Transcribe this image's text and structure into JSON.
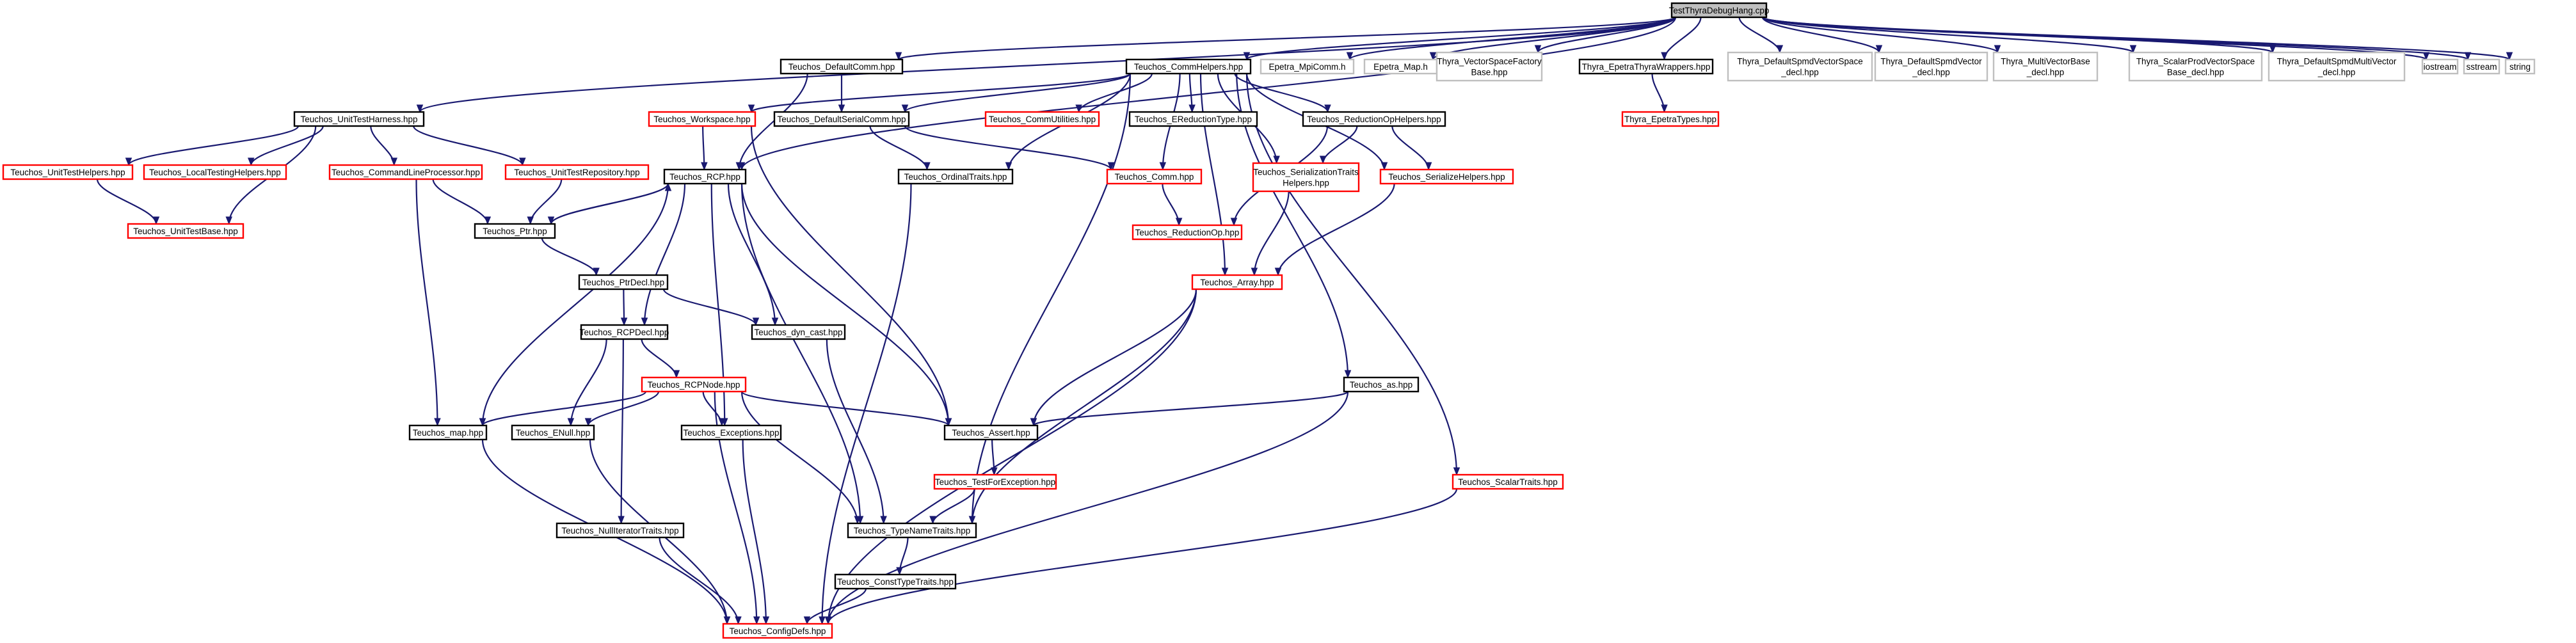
{
  "colors": {
    "root_fill": "#bfbfbf",
    "node_fill": "#ffffff",
    "documented_border": "#000000",
    "undocumented_border": "#ff0000",
    "external_border": "#bfbfbf",
    "edge": "#191970"
  },
  "nodes": [
    {
      "id": "root",
      "kind": "root",
      "lines": [
        "TestThyraDebugHang.cpp"
      ]
    },
    {
      "id": "utharness",
      "kind": "doc",
      "lines": [
        "Teuchos_UnitTestHarness.hpp"
      ]
    },
    {
      "id": "defcomm",
      "kind": "doc",
      "lines": [
        "Teuchos_DefaultComm.hpp"
      ]
    },
    {
      "id": "commhelpers",
      "kind": "doc",
      "lines": [
        "Teuchos_CommHelpers.hpp"
      ]
    },
    {
      "id": "mpicomm",
      "kind": "ext",
      "lines": [
        "Epetra_MpiComm.h"
      ]
    },
    {
      "id": "epmap",
      "kind": "ext",
      "lines": [
        "Epetra_Map.h"
      ]
    },
    {
      "id": "vsfactory",
      "kind": "ext",
      "lines": [
        "Thyra_VectorSpaceFactory",
        "Base.hpp"
      ]
    },
    {
      "id": "epthyra",
      "kind": "doc",
      "lines": [
        "Thyra_EpetraThyraWrappers.hpp"
      ]
    },
    {
      "id": "dsvsdecl",
      "kind": "ext",
      "lines": [
        "Thyra_DefaultSpmdVectorSpace",
        "_decl.hpp"
      ]
    },
    {
      "id": "dsvdecl",
      "kind": "ext",
      "lines": [
        "Thyra_DefaultSpmdVector",
        "_decl.hpp"
      ]
    },
    {
      "id": "mvbdecl",
      "kind": "ext",
      "lines": [
        "Thyra_MultiVectorBase",
        "_decl.hpp"
      ]
    },
    {
      "id": "spvsdecl",
      "kind": "ext",
      "lines": [
        "Thyra_ScalarProdVectorSpace",
        "Base_decl.hpp"
      ]
    },
    {
      "id": "dsmvdecl",
      "kind": "ext",
      "lines": [
        "Thyra_DefaultSpmdMultiVector",
        "_decl.hpp"
      ]
    },
    {
      "id": "iostream",
      "kind": "ext",
      "lines": [
        "iostream"
      ]
    },
    {
      "id": "sstream",
      "kind": "ext",
      "lines": [
        "sstream"
      ]
    },
    {
      "id": "string",
      "kind": "ext",
      "lines": [
        "string"
      ]
    },
    {
      "id": "ephelpers",
      "kind": "undoc",
      "lines": [
        "Teuchos_UnitTestHelpers.hpp"
      ]
    },
    {
      "id": "localtest",
      "kind": "undoc",
      "lines": [
        "Teuchos_LocalTestingHelpers.hpp"
      ]
    },
    {
      "id": "clp",
      "kind": "undoc",
      "lines": [
        "Teuchos_CommandLineProcessor.hpp"
      ]
    },
    {
      "id": "utrepo",
      "kind": "undoc",
      "lines": [
        "Teuchos_UnitTestRepository.hpp"
      ]
    },
    {
      "id": "workspace",
      "kind": "undoc",
      "lines": [
        "Teuchos_Workspace.hpp"
      ]
    },
    {
      "id": "defserial",
      "kind": "doc",
      "lines": [
        "Teuchos_DefaultSerialComm.hpp"
      ]
    },
    {
      "id": "commutil",
      "kind": "undoc",
      "lines": [
        "Teuchos_CommUtilities.hpp"
      ]
    },
    {
      "id": "ereduction",
      "kind": "doc",
      "lines": [
        "Teuchos_EReductionType.hpp"
      ]
    },
    {
      "id": "redophelpers",
      "kind": "doc",
      "lines": [
        "Teuchos_ReductionOpHelpers.hpp"
      ]
    },
    {
      "id": "epthyratypes",
      "kind": "undoc",
      "lines": [
        "Thyra_EpetraTypes.hpp"
      ]
    },
    {
      "id": "utbase",
      "kind": "undoc",
      "lines": [
        "Teuchos_UnitTestBase.hpp"
      ]
    },
    {
      "id": "rcp",
      "kind": "doc",
      "lines": [
        "Teuchos_RCP.hpp"
      ]
    },
    {
      "id": "ordinal",
      "kind": "doc",
      "lines": [
        "Teuchos_OrdinalTraits.hpp"
      ]
    },
    {
      "id": "comm",
      "kind": "undoc",
      "lines": [
        "Teuchos_Comm.hpp"
      ]
    },
    {
      "id": "sertraits",
      "kind": "undoc",
      "lines": [
        "Teuchos_SerializationTraits",
        "Helpers.hpp"
      ]
    },
    {
      "id": "serhelpers",
      "kind": "undoc",
      "lines": [
        "Teuchos_SerializeHelpers.hpp"
      ]
    },
    {
      "id": "ptr",
      "kind": "doc",
      "lines": [
        "Teuchos_Ptr.hpp"
      ]
    },
    {
      "id": "reductionop",
      "kind": "undoc",
      "lines": [
        "Teuchos_ReductionOp.hpp"
      ]
    },
    {
      "id": "ptrdecl",
      "kind": "doc",
      "lines": [
        "Teuchos_PtrDecl.hpp"
      ]
    },
    {
      "id": "array",
      "kind": "undoc",
      "lines": [
        "Teuchos_Array.hpp"
      ]
    },
    {
      "id": "rcpdecl",
      "kind": "doc",
      "lines": [
        "Teuchos_RCPDecl.hpp"
      ]
    },
    {
      "id": "dyncast",
      "kind": "doc",
      "lines": [
        "Teuchos_dyn_cast.hpp"
      ]
    },
    {
      "id": "rcpnode",
      "kind": "undoc",
      "lines": [
        "Teuchos_RCPNode.hpp"
      ]
    },
    {
      "id": "as",
      "kind": "doc",
      "lines": [
        "Teuchos_as.hpp"
      ]
    },
    {
      "id": "map",
      "kind": "doc",
      "lines": [
        "Teuchos_map.hpp"
      ]
    },
    {
      "id": "enull",
      "kind": "doc",
      "lines": [
        "Teuchos_ENull.hpp"
      ]
    },
    {
      "id": "exceptions",
      "kind": "doc",
      "lines": [
        "Teuchos_Exceptions.hpp"
      ]
    },
    {
      "id": "assert",
      "kind": "doc",
      "lines": [
        "Teuchos_Assert.hpp"
      ]
    },
    {
      "id": "testforexc",
      "kind": "undoc",
      "lines": [
        "Teuchos_TestForException.hpp"
      ]
    },
    {
      "id": "scalartraits",
      "kind": "undoc",
      "lines": [
        "Teuchos_ScalarTraits.hpp"
      ]
    },
    {
      "id": "typename",
      "kind": "doc",
      "lines": [
        "Teuchos_TypeNameTraits.hpp"
      ]
    },
    {
      "id": "nulliter",
      "kind": "doc",
      "lines": [
        "Teuchos_NullIteratorTraits.hpp"
      ]
    },
    {
      "id": "consttype",
      "kind": "doc",
      "lines": [
        "Teuchos_ConstTypeTraits.hpp"
      ]
    },
    {
      "id": "configdefs",
      "kind": "undoc",
      "lines": [
        "Teuchos_ConfigDefs.hpp"
      ]
    }
  ],
  "edges": [
    [
      "root",
      "utharness"
    ],
    [
      "root",
      "defcomm"
    ],
    [
      "root",
      "commhelpers"
    ],
    [
      "root",
      "mpicomm"
    ],
    [
      "root",
      "epmap"
    ],
    [
      "root",
      "vsfactory"
    ],
    [
      "root",
      "epthyra"
    ],
    [
      "root",
      "dsvsdecl"
    ],
    [
      "root",
      "dsvdecl"
    ],
    [
      "root",
      "mvbdecl"
    ],
    [
      "root",
      "spvsdecl"
    ],
    [
      "root",
      "dsmvdecl"
    ],
    [
      "root",
      "iostream"
    ],
    [
      "root",
      "sstream"
    ],
    [
      "root",
      "string"
    ],
    [
      "root",
      "rcp"
    ],
    [
      "utharness",
      "ephelpers"
    ],
    [
      "utharness",
      "localtest"
    ],
    [
      "utharness",
      "clp"
    ],
    [
      "utharness",
      "utrepo"
    ],
    [
      "utharness",
      "utbase"
    ],
    [
      "ephelpers",
      "utbase"
    ],
    [
      "clp",
      "ptr"
    ],
    [
      "clp",
      "map"
    ],
    [
      "utrepo",
      "ptr"
    ],
    [
      "defcomm",
      "defserial"
    ],
    [
      "defcomm",
      "rcp"
    ],
    [
      "commhelpers",
      "workspace"
    ],
    [
      "commhelpers",
      "defserial"
    ],
    [
      "commhelpers",
      "commutil"
    ],
    [
      "commhelpers",
      "ereduction"
    ],
    [
      "commhelpers",
      "redophelpers"
    ],
    [
      "commhelpers",
      "comm"
    ],
    [
      "commhelpers",
      "ordinal"
    ],
    [
      "commhelpers",
      "sertraits"
    ],
    [
      "commhelpers",
      "serhelpers"
    ],
    [
      "commhelpers",
      "array"
    ],
    [
      "commhelpers",
      "as"
    ],
    [
      "commhelpers",
      "scalartraits"
    ],
    [
      "commhelpers",
      "typename"
    ],
    [
      "workspace",
      "rcp"
    ],
    [
      "workspace",
      "assert"
    ],
    [
      "defserial",
      "comm"
    ],
    [
      "defserial",
      "ordinal"
    ],
    [
      "redophelpers",
      "reductionop"
    ],
    [
      "redophelpers",
      "sertraits"
    ],
    [
      "redophelpers",
      "serhelpers"
    ],
    [
      "epthyra",
      "epthyratypes"
    ],
    [
      "rcp",
      "ptr"
    ],
    [
      "rcp",
      "rcpdecl"
    ],
    [
      "rcp",
      "dyncast"
    ],
    [
      "rcp",
      "map"
    ],
    [
      "rcp",
      "exceptions"
    ],
    [
      "rcp",
      "assert"
    ],
    [
      "rcp",
      "typename"
    ],
    [
      "ptr",
      "rcp"
    ],
    [
      "ptr",
      "ptrdecl"
    ],
    [
      "ptrdecl",
      "rcpdecl"
    ],
    [
      "ptrdecl",
      "dyncast"
    ],
    [
      "rcpdecl",
      "rcpnode"
    ],
    [
      "rcpdecl",
      "enull"
    ],
    [
      "rcpdecl",
      "nulliter"
    ],
    [
      "rcpnode",
      "map"
    ],
    [
      "rcpnode",
      "enull"
    ],
    [
      "rcpnode",
      "exceptions"
    ],
    [
      "rcpnode",
      "assert"
    ],
    [
      "rcpnode",
      "typename"
    ],
    [
      "rcpnode",
      "configdefs"
    ],
    [
      "comm",
      "reductionop"
    ],
    [
      "sertraits",
      "array"
    ],
    [
      "serhelpers",
      "array"
    ],
    [
      "array",
      "assert"
    ],
    [
      "array",
      "typename"
    ],
    [
      "array",
      "configdefs"
    ],
    [
      "as",
      "assert"
    ],
    [
      "as",
      "configdefs"
    ],
    [
      "dyncast",
      "typename"
    ],
    [
      "assert",
      "testforexc"
    ],
    [
      "testforexc",
      "typename"
    ],
    [
      "typename",
      "consttype"
    ],
    [
      "consttype",
      "configdefs"
    ],
    [
      "map",
      "configdefs"
    ],
    [
      "enull",
      "configdefs"
    ],
    [
      "exceptions",
      "configdefs"
    ],
    [
      "nulliter",
      "configdefs"
    ],
    [
      "ordinal",
      "configdefs"
    ],
    [
      "scalartraits",
      "configdefs"
    ]
  ]
}
